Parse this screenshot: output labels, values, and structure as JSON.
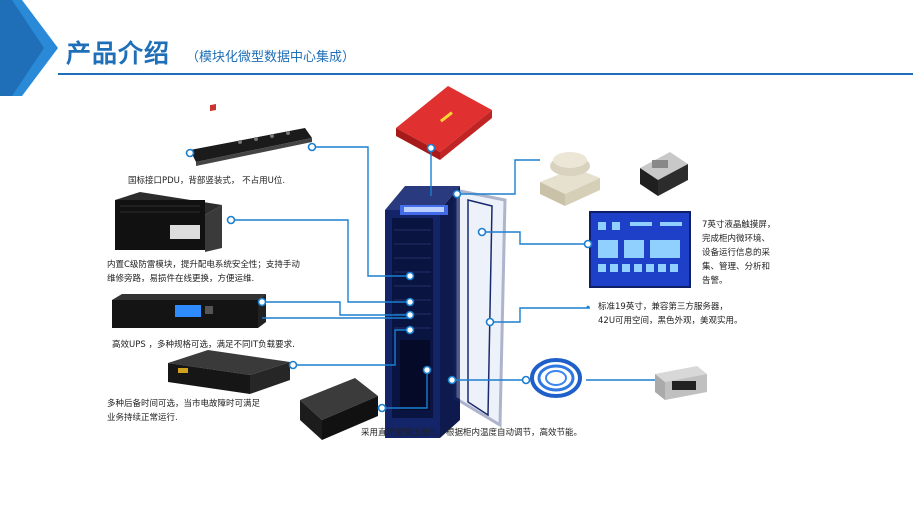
{
  "header": {
    "title": "产品介绍",
    "subtitle": "（模块化微型数据中心集成）"
  },
  "labels": {
    "pdu": "国标接口PDU，背部竖装式， 不占用U位.",
    "c_module": "内置C级防雷模块，提升配电系统安全性；支持手动\n维修旁路，易损件在线更换，方便运维.",
    "ups": "高效UPS ，多种规格可选，满足不同IT负载要求.",
    "battery": "多种后备时间可选，当市电故障时可满足\n业务持续正常运行.",
    "compressor": "采用直流变频压缩机，根据柜内温度自动调节，高效节能。",
    "touchscreen": "7英寸液晶触摸屏，\n完成柜内微环境、\n设备运行信息的采\n集、管理、分析和\n告警。",
    "rack": "标准19英寸，兼容第三方服务器，\n42U可用空间，黑色外观，美观实用。"
  },
  "colors": {
    "brand_blue": "#1f6fb8",
    "line_blue": "#1b7fd0",
    "cabinet_navy": "#1a2a6e",
    "screen_blue": "#1e40c8",
    "red_unit": "#d32828"
  }
}
